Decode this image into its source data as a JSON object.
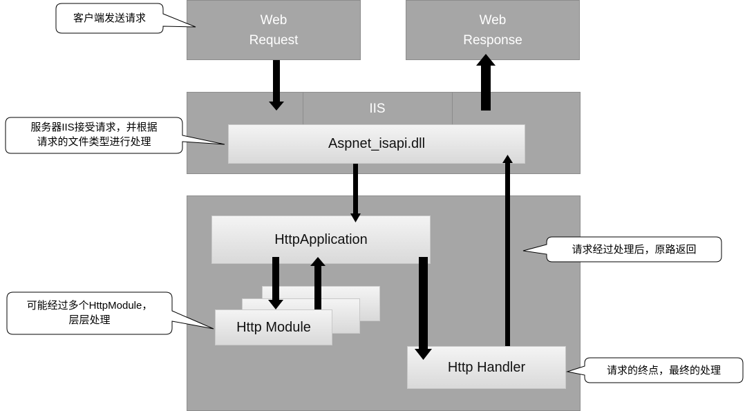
{
  "web_request": {
    "line1": "Web",
    "line2": "Request"
  },
  "web_response": {
    "line1": "Web",
    "line2": "Response"
  },
  "iis": {
    "label": "IIS",
    "isapi": "Aspnet_isapi.dll"
  },
  "pipeline": {
    "http_application": "HttpApplication",
    "http_module": "Http Module",
    "http_handler": "Http Handler"
  },
  "callouts": {
    "client_send": "客户端发送请求",
    "server_iis_line1": "服务器IIS接受请求，并根据",
    "server_iis_line2": "请求的文件类型进行处理",
    "return_path": "请求经过处理后，原路返回",
    "modules_line1": "可能经过多个HttpModule，",
    "modules_line2": "层层处理",
    "endpoint": "请求的终点，最终的处理"
  },
  "colors": {
    "block": "#a6a6a6",
    "inner": "#e6e6e6",
    "arrow": "#000000"
  }
}
